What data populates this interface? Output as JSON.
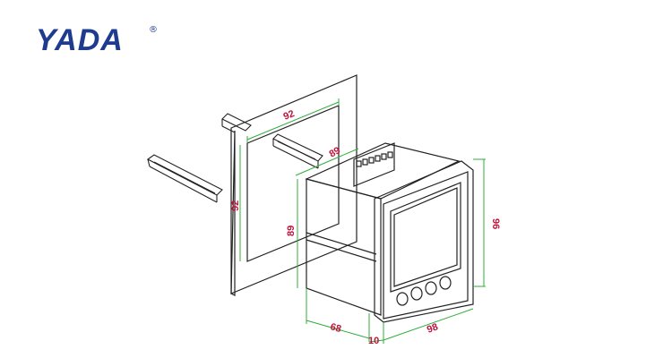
{
  "brand": {
    "name": "YADA",
    "registered_mark": "®",
    "color": "#1f3b8f"
  },
  "dimensions": {
    "cutout_width": "92",
    "cutout_height": "92",
    "body_width": "89",
    "body_height": "89",
    "depth_body": "68",
    "bezel_thickness": "10",
    "total_depth": "98",
    "front_height": "96"
  },
  "colors": {
    "line": "#222222",
    "dimension_line": "#2fae3a",
    "dimension_text": "#c0143c"
  }
}
